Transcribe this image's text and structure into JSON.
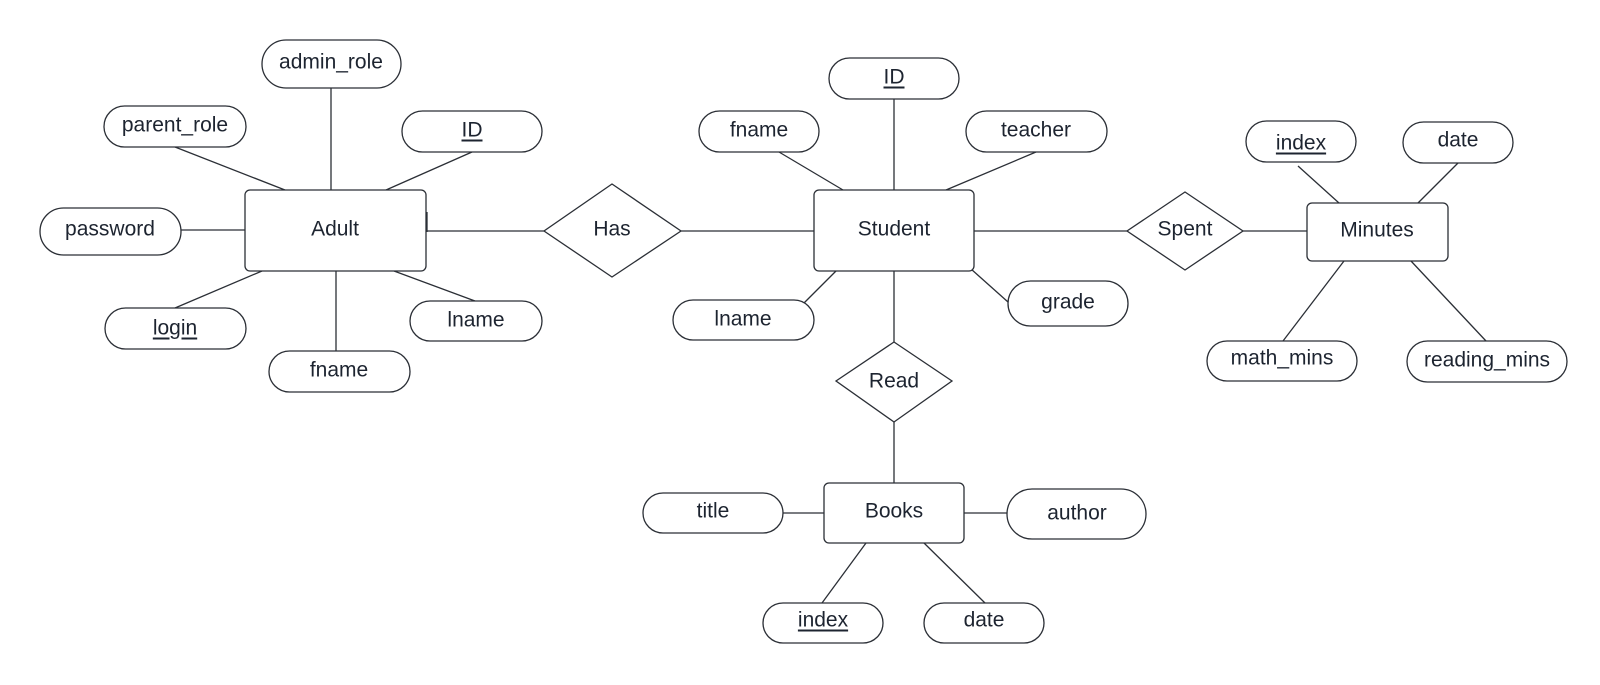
{
  "entities": {
    "adult": "Adult",
    "student": "Student",
    "minutes": "Minutes",
    "books": "Books"
  },
  "relationships": {
    "has": "Has",
    "spent": "Spent",
    "read": "Read"
  },
  "adult_attributes": {
    "admin_role": "admin_role",
    "parent_role": "parent_role",
    "id": "ID",
    "password": "password",
    "login": "login",
    "fname": "fname",
    "lname": "lname"
  },
  "student_attributes": {
    "id": "ID",
    "fname": "fname",
    "teacher": "teacher",
    "lname": "lname",
    "grade": "grade"
  },
  "minutes_attributes": {
    "index": "index",
    "date": "date",
    "math_mins": "math_mins",
    "reading_mins": "reading_mins"
  },
  "books_attributes": {
    "title": "title",
    "author": "author",
    "index": "index",
    "date": "date"
  },
  "colors": {
    "stroke": "#2b2f36",
    "text": "#1d2430",
    "background": "#ffffff"
  }
}
